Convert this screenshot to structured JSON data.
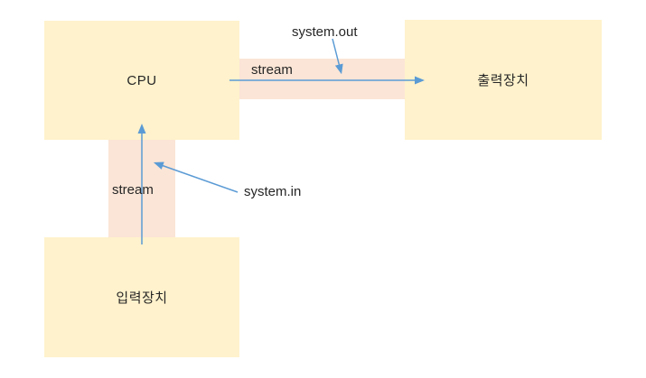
{
  "colors": {
    "box_fill": "#FFF2CC",
    "stream_fill": "#FBE5D6",
    "arrow_blue": "#5B9BD5",
    "text": "#262626",
    "background": "#FFFFFF"
  },
  "boxes": {
    "cpu": {
      "label": "CPU"
    },
    "output_device": {
      "label": "출력장치"
    },
    "input_device": {
      "label": "입력장치"
    }
  },
  "streams": {
    "output_stream": {
      "label": "stream"
    },
    "input_stream": {
      "label": "stream"
    }
  },
  "annotations": {
    "system_out": {
      "label": "system.out"
    },
    "system_in": {
      "label": "system.in"
    }
  }
}
